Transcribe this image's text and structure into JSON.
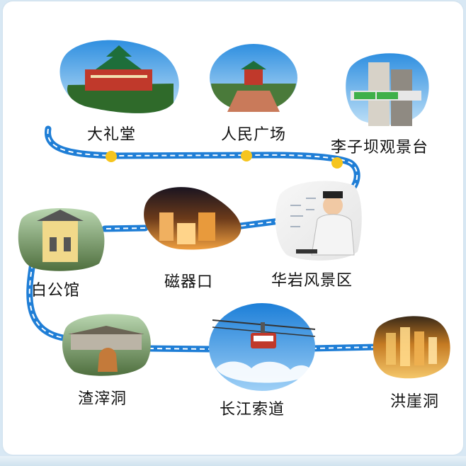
{
  "spots": [
    {
      "name": "大礼堂"
    },
    {
      "name": "人民广场"
    },
    {
      "name": "李子坝观景台"
    },
    {
      "name": "华岩风景区"
    },
    {
      "name": "磁器口"
    },
    {
      "name": "白公馆"
    },
    {
      "name": "渣滓洞"
    },
    {
      "name": "长江索道"
    },
    {
      "name": "洪崖洞"
    }
  ],
  "colors": {
    "route": "#1f7ed6",
    "dash": "#ffffff",
    "dot": "#f6c51e",
    "background": "#ffffff"
  }
}
